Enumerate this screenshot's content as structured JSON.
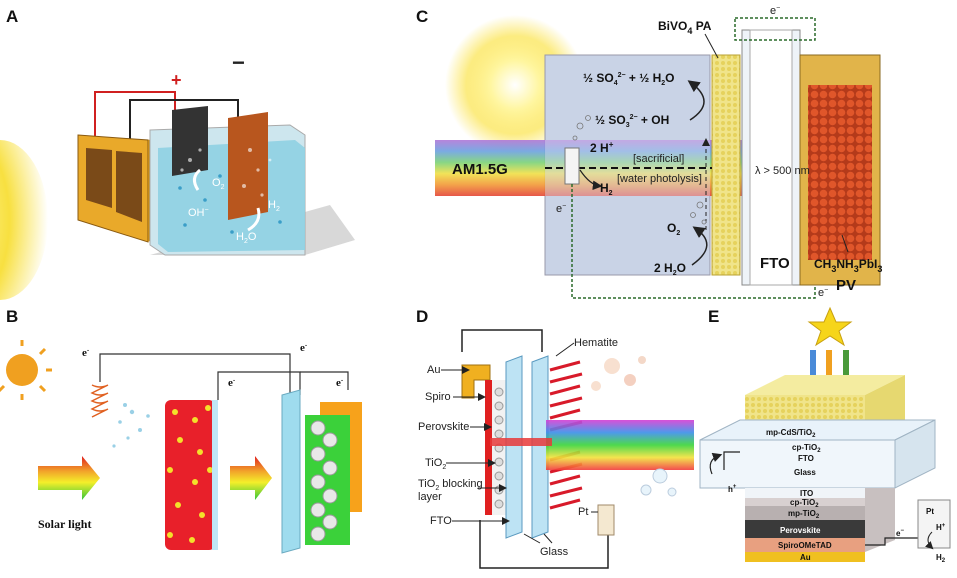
{
  "panels": {
    "a": {
      "letter": "A",
      "plus": "+",
      "minus": "−",
      "o2": "O",
      "o2sub": "2",
      "oh": "OH",
      "ohsup": "−",
      "h2": "H",
      "h2sub": "2",
      "h2o": "H",
      "h2osub": "2",
      "h2o_end": "O"
    },
    "b": {
      "letter": "B",
      "e1": "e",
      "e2": "e",
      "e3": "e",
      "e4": "e",
      "esup": "-",
      "solar": "Solar light"
    },
    "c": {
      "letter": "C",
      "bivo4_a": "BiVO",
      "bivo4_sub": "4",
      "bivo4_b": " PA",
      "e_top": "e",
      "e_sup": "−",
      "r1": "½ SO",
      "r1sub": "4",
      "r1sup": "2−",
      "r1b": " + ½ H",
      "r1sub2": "2",
      "r1c": "O",
      "r2": "½ SO",
      "r2sub": "3",
      "r2sup": "2−",
      "r2b": " + OH",
      "twoh": "2 H",
      "twohsup": "+",
      "sacrificial": "[sacrificial]",
      "water_phot": "[water photolysis]",
      "am15g": "AM1.5G",
      "lambda": "λ > 500 nm",
      "h2": "H",
      "h2sub": "2",
      "o2": "O",
      "o2sub": "2",
      "h2o": "2 H",
      "h2osub": "2",
      "h2o_end": "O",
      "e_left": "e",
      "e_bottom": "e",
      "fto": "FTO",
      "pv1": "CH",
      "pv1sub1": "3",
      "pv1b": "NH",
      "pv1sub2": "3",
      "pv1c": "PbI",
      "pv1sub3": "3",
      "pv2": "PV"
    },
    "d": {
      "letter": "D",
      "au": "Au",
      "spiro": "Spiro",
      "perovskite": "Perovskite",
      "tio2": "TiO",
      "tio2sub": "2",
      "tio2b1": "TiO",
      "tio2b1sub": "2",
      "tio2b1end": " blocking",
      "tio2b2": "layer",
      "fto": "FTO",
      "hematite": "Hematite",
      "pt": "Pt",
      "glass": "Glass"
    },
    "e": {
      "letter": "E",
      "mp_cds": "mp-CdS/TiO",
      "mp_cds_sub": "2",
      "cp_tio2": "cp-TiO",
      "cp_tio2_sub": "2",
      "fto": "FTO",
      "glass": "Glass",
      "ito": "ITO",
      "cp_tio2b": "cp-TiO",
      "cp_tio2b_sub": "2",
      "mp_tio2": "mp-TiO",
      "mp_tio2_sub": "2",
      "perovskite": "Perovskite",
      "spiro": "SpiroOMeTAD",
      "au": "Au",
      "hplus": "h",
      "hplus_sup": "+",
      "e": "e",
      "e_sup": "−",
      "pt": "Pt",
      "hp": "H",
      "hp_sup": "+",
      "h2": "H",
      "h2_sub": "2"
    }
  },
  "colors": {
    "yellow": "#f5d40a",
    "water": "#9fd6e6",
    "red": "#e0202a",
    "green": "#3bd13a",
    "orange": "#f7a21b",
    "glass": "#cfe8f7",
    "perovskite": "#3a3a3a",
    "copper": "#c0612a"
  }
}
